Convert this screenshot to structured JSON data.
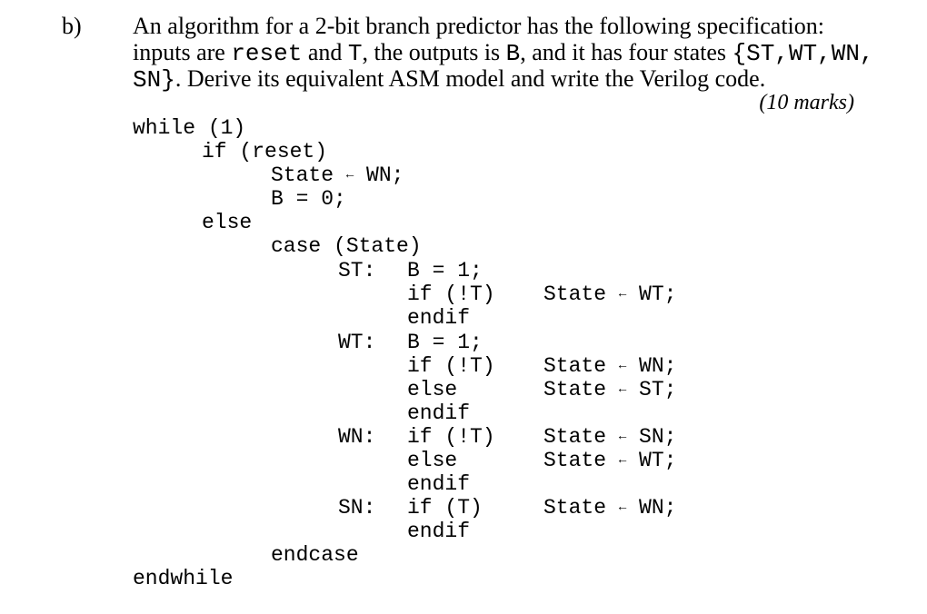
{
  "question": {
    "label": "b)",
    "line1": "An algorithm for a 2-bit branch predictor has the following specification:",
    "line2_pre": "inputs are ",
    "line2_reset": "reset",
    "line2_mid": " and ",
    "line2_T": "T",
    "line2_mid2": ", the outputs is ",
    "line2_B": "B",
    "line2_mid3": ", and it has four states ",
    "line2_states": "{ST,WT,WN,",
    "line3_states": "SN}",
    "line3_post": ". Derive its equivalent ASM model and write the Verilog code.",
    "marks": "(10 marks)"
  },
  "code": {
    "while": "while (1)",
    "if_reset": "if (reset)",
    "state_assign_wn": "State",
    "wn_semicolon": "WN;",
    "b_zero": "B = 0;",
    "else": "else",
    "case": "case (State)",
    "st_label": "ST:",
    "st_b1": "B = 1;",
    "st_if": "if (!T)",
    "st_if_action_state": "State",
    "st_if_action_target": "WT;",
    "st_endif": "endif",
    "wt_label": "WT:",
    "wt_b1": "B = 1;",
    "wt_if": "if (!T)",
    "wt_if_action_state": "State",
    "wt_if_action_target": "WN;",
    "wt_else": "else",
    "wt_else_action_state": "State",
    "wt_else_action_target": "ST;",
    "wt_endif": "endif",
    "wn_label": "WN:",
    "wn_if": "if (!T)",
    "wn_if_action_state": "State",
    "wn_if_action_target": "SN;",
    "wn_else": "else",
    "wn_else_action_state": "State",
    "wn_else_action_target": "WT;",
    "wn_endif": "endif",
    "sn_label": "SN:",
    "sn_if": "if (T)",
    "sn_if_action_state": "State",
    "sn_if_action_target": "WN;",
    "sn_endif": "endif",
    "endcase": "endcase",
    "endwhile": "endwhile",
    "arrow": "←"
  }
}
